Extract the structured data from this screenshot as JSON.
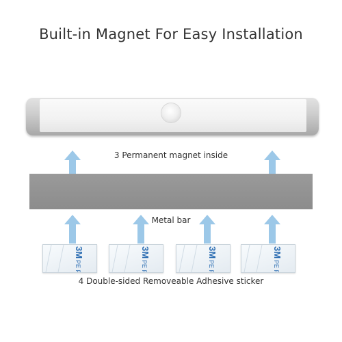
{
  "title": "Built-in Magnet For Easy Installation",
  "captions": {
    "magnet": "3 Permanent magnet inside",
    "metal": "Metal bar",
    "sticker": "4 Double-sided Removeable Adhesive sticker"
  },
  "sticker_print": {
    "brand": "3M",
    "text": "PE FOAM"
  },
  "colors": {
    "arrow": "#9cc8e8",
    "metal_bar": "#909090",
    "sticker_print": "#2f6fb3"
  },
  "counts": {
    "magnets": 3,
    "stickers": 4
  }
}
